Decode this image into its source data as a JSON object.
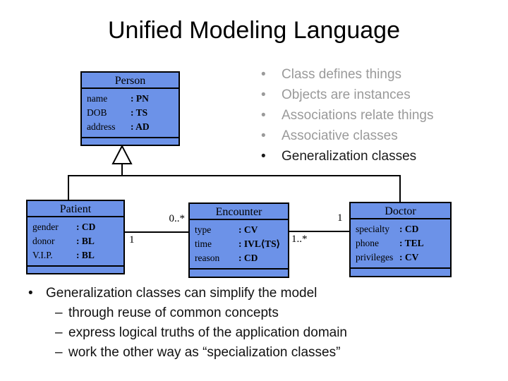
{
  "slide": {
    "title": "Unified Modeling Language"
  },
  "bullets": {
    "bullet_char": "•",
    "items": [
      {
        "label": "Class defines things",
        "emphasis": false
      },
      {
        "label": "Objects are instances",
        "emphasis": false
      },
      {
        "label": "Associations relate things",
        "emphasis": false
      },
      {
        "label": "Associative classes",
        "emphasis": false
      },
      {
        "label": "Generalization classes",
        "emphasis": true
      }
    ]
  },
  "diagram": {
    "colors": {
      "class_fill": "#6C92E8",
      "class_border": "#000000",
      "triangle_fill": "#FFFFFF"
    },
    "classes": {
      "person": {
        "name": "Person",
        "attrs": [
          {
            "name": "name",
            "type": ": PN"
          },
          {
            "name": "DOB",
            "type": ": TS"
          },
          {
            "name": "address",
            "type": ": AD"
          }
        ]
      },
      "patient": {
        "name": "Patient",
        "attrs": [
          {
            "name": "gender",
            "type": ": CD"
          },
          {
            "name": "donor",
            "type": ": BL"
          },
          {
            "name": "V.I.P.",
            "type": ": BL"
          }
        ]
      },
      "encounter": {
        "name": "Encounter",
        "attrs": [
          {
            "name": "type",
            "type": ": CV"
          },
          {
            "name": "time",
            "type": ": IVL⟨TS⟩"
          },
          {
            "name": "reason",
            "type": ": CD"
          }
        ]
      },
      "doctor": {
        "name": "Doctor",
        "attrs": [
          {
            "name": "specialty",
            "type": ": CD"
          },
          {
            "name": "phone",
            "type": ": TEL"
          },
          {
            "name": "privileges",
            "type": ": CV"
          }
        ]
      }
    },
    "multiplicities": {
      "patient_end": "1",
      "encounter_left_end": "0..*",
      "encounter_right_end": "1..*",
      "doctor_end": "1"
    }
  },
  "footer": {
    "bullet_char": "•",
    "dash_char": "–",
    "lead": "Generalization classes can simplify the model",
    "sub_items": [
      "through reuse of common concepts",
      "express logical truths of the application domain",
      "work the other way as “specialization classes”"
    ]
  }
}
